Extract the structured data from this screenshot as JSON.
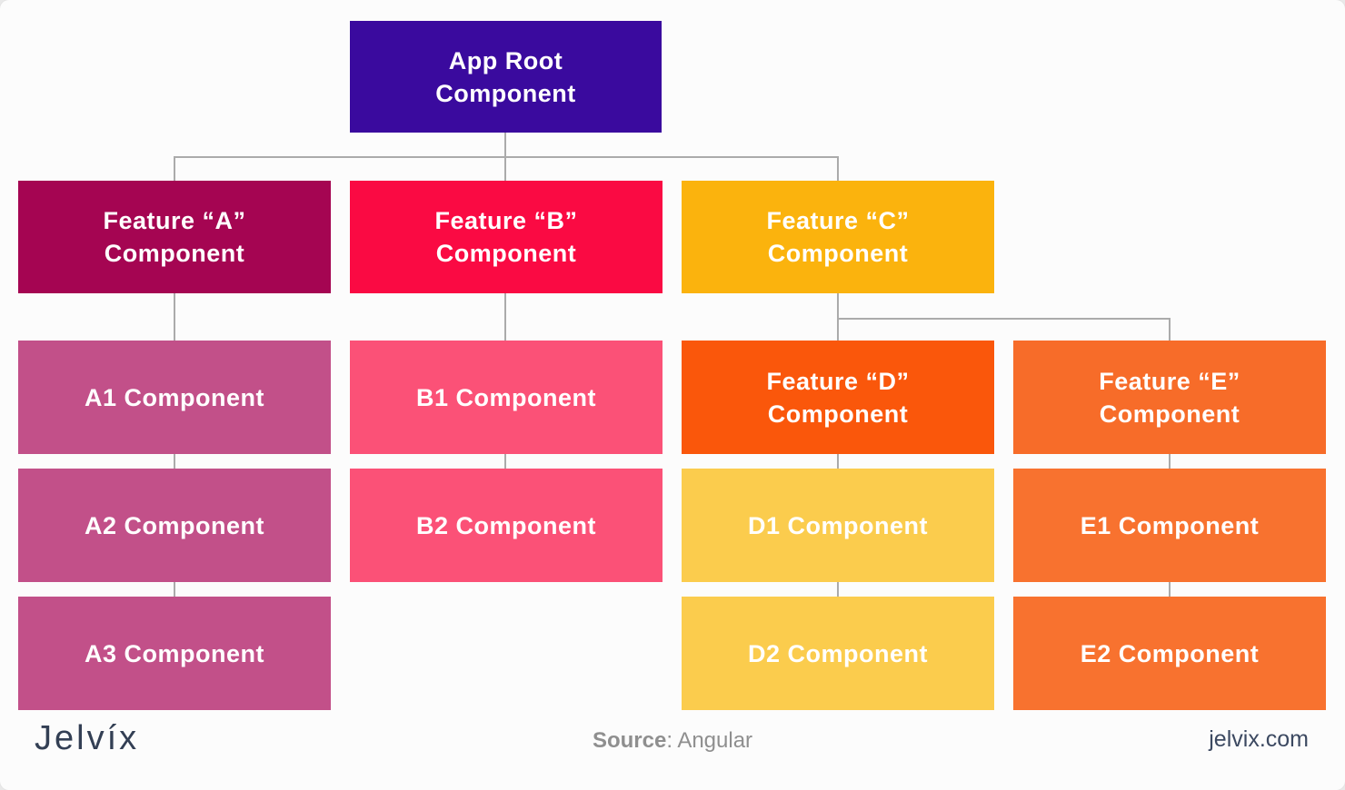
{
  "theme": {
    "background": "#FCFCFC",
    "line_color": "#ABABAB",
    "box_text_color": "#FFFFFF",
    "logo_color": "#333F54",
    "footer_gray": "#8F8F8F",
    "footer_navy": "#3C4961"
  },
  "nodes": {
    "root": {
      "label": "App Root\nComponent",
      "color": "#3A0A9E"
    },
    "feat_a": {
      "label": "Feature “A”\nComponent",
      "color": "#A50552"
    },
    "feat_b": {
      "label": "Feature “B”\nComponent",
      "color": "#FA0A43"
    },
    "feat_c": {
      "label": "Feature “C”\nComponent",
      "color": "#FBB30D"
    },
    "feat_d": {
      "label": "Feature “D”\nComponent",
      "color": "#FA570B"
    },
    "feat_e": {
      "label": "Feature “E”\nComponent",
      "color": "#F76C29"
    },
    "a1": {
      "label": "A1 Component",
      "color": "#C25089"
    },
    "a2": {
      "label": "A2 Component",
      "color": "#C25089"
    },
    "a3": {
      "label": "A3 Component",
      "color": "#C25089"
    },
    "b1": {
      "label": "B1 Component",
      "color": "#FB5177"
    },
    "b2": {
      "label": "B2 Component",
      "color": "#FB5177"
    },
    "d1": {
      "label": "D1 Component",
      "color": "#FBCC4D"
    },
    "d2": {
      "label": "D2 Component",
      "color": "#FBCC4D"
    },
    "e1": {
      "label": "E1 Component",
      "color": "#F8722F"
    },
    "e2": {
      "label": "E2 Component",
      "color": "#F8722F"
    }
  },
  "footer": {
    "logo": "Jelvíx",
    "source_label": "Source",
    "source_rest": ": Angular",
    "website": "jelvix.com"
  }
}
